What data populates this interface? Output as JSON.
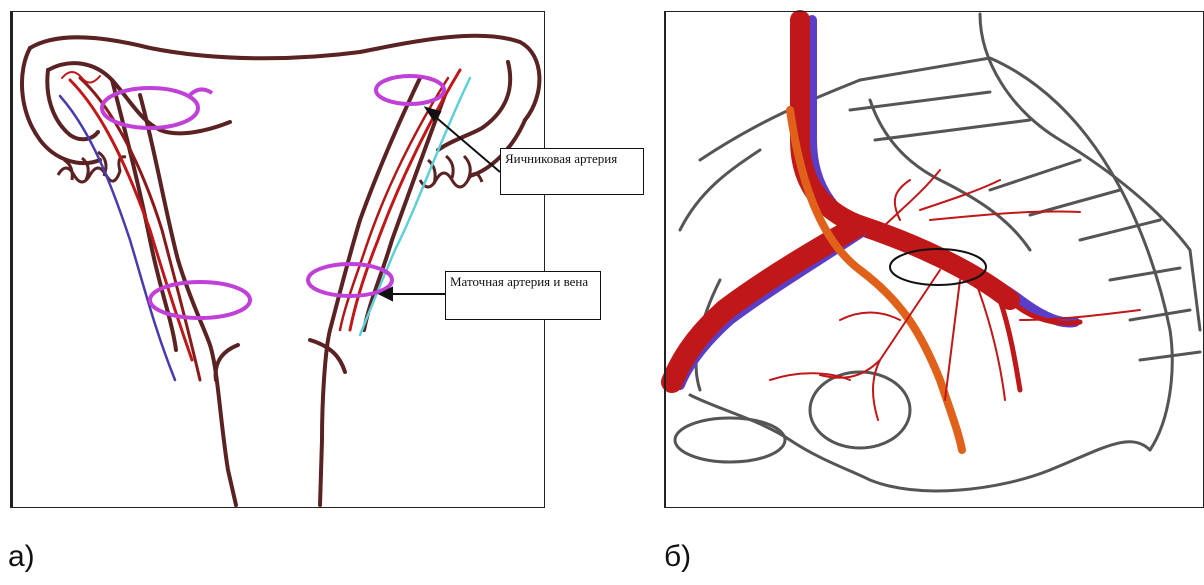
{
  "panel_a": {
    "caption": "а)",
    "labels": {
      "ovarian_artery": "Яичниковая артерия",
      "uterine_artery_vein": "Маточная артерия и вена"
    }
  },
  "panel_b": {
    "caption": "б)"
  },
  "colors": {
    "outline": "#5a2222",
    "artery": "#c01818",
    "vein": "#5b3ec8",
    "light_vessel": "#5fd0d8",
    "ligation_ring": "#c040d8",
    "ureter": "#e0621a",
    "pelvis_outline": "#555555"
  }
}
